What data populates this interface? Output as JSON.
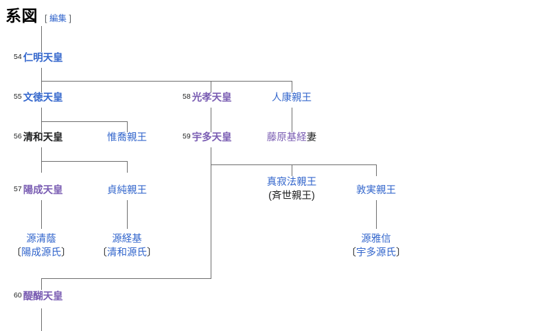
{
  "heading": {
    "title": "系図",
    "bracket_open": "[",
    "bracket_close": "]",
    "edit_label": "編集"
  },
  "colors": {
    "link_blue": "#3366cc",
    "link_visited_purple": "#795cb2",
    "text_black": "#202122",
    "line_gray": "#6b6b6b"
  },
  "nodes": {
    "ninmyo": {
      "num": "54",
      "name": "仁明天皇"
    },
    "montoku": {
      "num": "55",
      "name": "文徳天皇"
    },
    "koko": {
      "num": "58",
      "name": "光孝天皇"
    },
    "sanekasu": {
      "name": "人康親王"
    },
    "seiwa": {
      "num": "56",
      "name": "清和天皇"
    },
    "koretaka": {
      "name": "惟喬親王"
    },
    "uda": {
      "num": "59",
      "name": "宇多天皇"
    },
    "motosune_wife": {
      "name": "藤原基経",
      "suffix": "妻"
    },
    "yozei": {
      "num": "57",
      "name": "陽成天皇"
    },
    "sadazumi": {
      "name": "貞純親王"
    },
    "shinjaku": {
      "name": "真寂法親王",
      "alt": "(斉世親王)"
    },
    "atsuzane": {
      "name": "敦実親王"
    },
    "kiyokage": {
      "name": "源清蔭",
      "clan_open": "〔",
      "clan": "陽成源氏",
      "clan_close": "〕"
    },
    "tsunemoto": {
      "name": "源経基",
      "clan_open": "〔",
      "clan": "清和源氏",
      "clan_close": "〕"
    },
    "masazane": {
      "name": "源雅信",
      "clan_open": "〔",
      "clan": "宇多源氏",
      "clan_close": "〕"
    },
    "daigo": {
      "num": "60",
      "name": "醍醐天皇"
    }
  }
}
